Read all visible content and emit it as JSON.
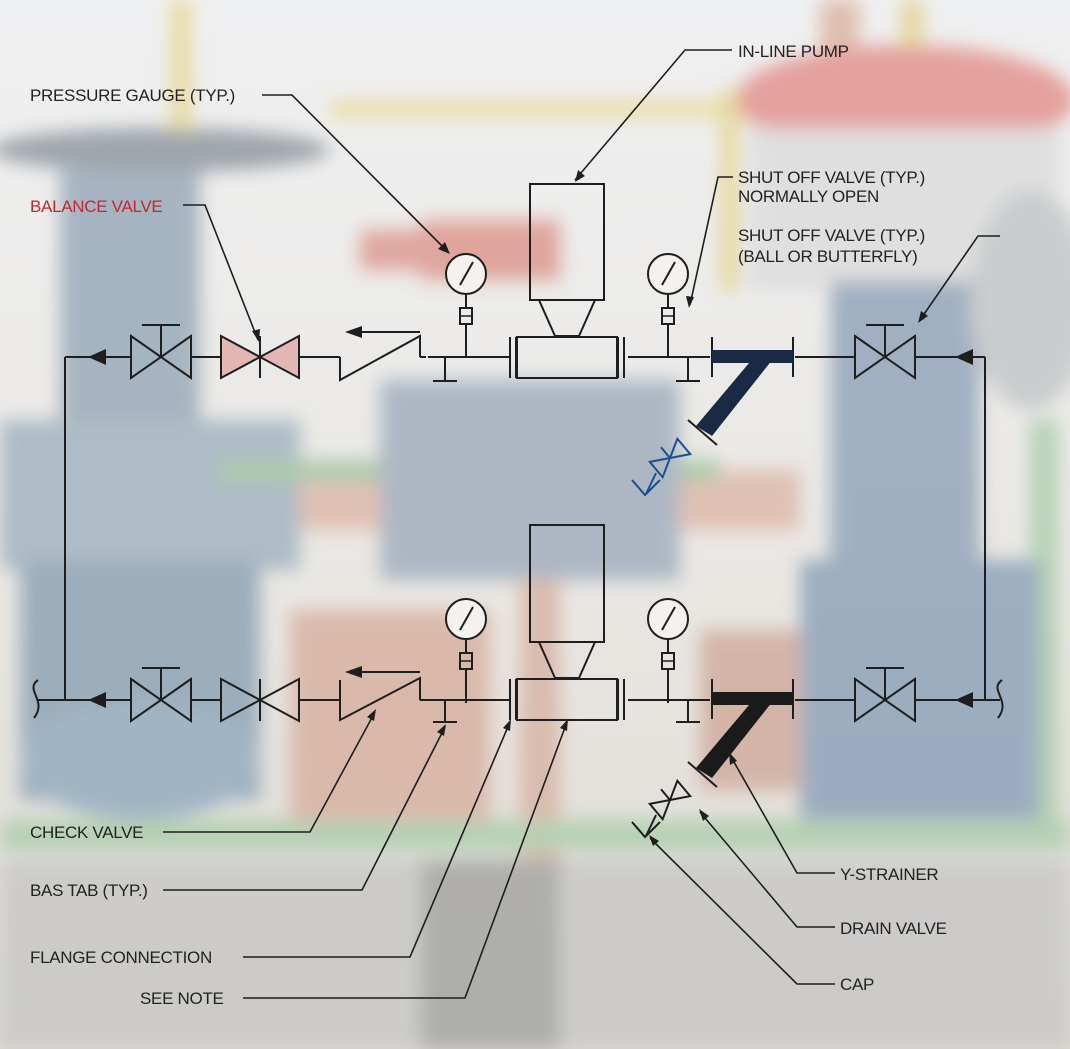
{
  "labels": {
    "in_line_pump": "IN-LINE PUMP",
    "pressure_gauge": "PRESSURE GAUGE (TYP.)",
    "balance_valve": "BALANCE VALVE",
    "shut_off_open_1": "SHUT OFF VALVE (TYP.)",
    "shut_off_open_2": "NORMALLY OPEN",
    "shut_off_ball_1": "SHUT OFF VALVE (TYP.)",
    "shut_off_ball_2": "(BALL OR BUTTERFLY)",
    "check_valve": "CHECK VALVE",
    "bas_tab": "BAS TAB (TYP.)",
    "flange_connection": "FLANGE CONNECTION",
    "see_note": "SEE NOTE",
    "y_strainer": "Y-STRAINER",
    "drain_valve": "DRAIN VALVE",
    "cap": "CAP"
  },
  "colors": {
    "line": "#1e1e1e",
    "balance_valve": "#c2282e",
    "cap_drain": "#1c4f8f"
  },
  "icons": {
    "background": "industrial-pipes-photo",
    "gauge": "pressure-gauge-icon",
    "valve": "bowtie-valve-icon"
  }
}
